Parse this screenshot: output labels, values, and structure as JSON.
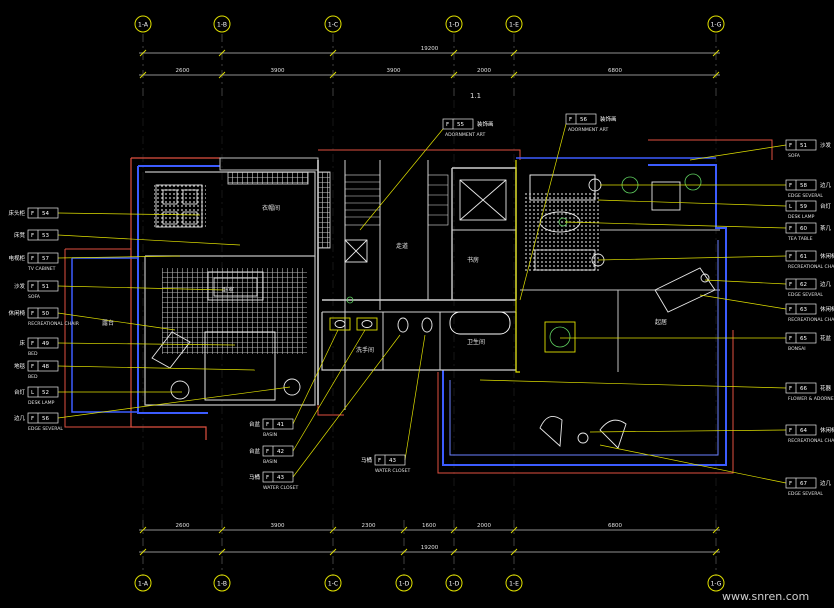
{
  "grid_top": [
    "1-A",
    "1-B",
    "1-C",
    "1-D",
    "1-E",
    "1-G"
  ],
  "grid_bottom": [
    "1-A",
    "1-B",
    "1-C",
    "1-D",
    "1-D",
    "1-E",
    "1-G"
  ],
  "dims_top": {
    "total": "19200",
    "segments": [
      "2600",
      "3900",
      "3900",
      "2000",
      "6800"
    ]
  },
  "dims_bottom": {
    "total": "19200",
    "segments": [
      "2600",
      "3900",
      "2300",
      "1600",
      "2000",
      "6800"
    ]
  },
  "center_mark": "1.1",
  "rooms": {
    "bedroom": "卧室",
    "dressing": "衣帽间",
    "bath": "卫生间",
    "wash": "洗手间",
    "study": "书房",
    "living": "起居",
    "terrace": "露台",
    "corridor": "走道"
  },
  "tags_left": [
    {
      "cat": "F",
      "num": "54",
      "zh": "床头柜",
      "en": ""
    },
    {
      "cat": "F",
      "num": "53",
      "zh": "床凳",
      "en": ""
    },
    {
      "cat": "F",
      "num": "57",
      "zh": "电视柜",
      "en": "TV CABINET"
    },
    {
      "cat": "F",
      "num": "51",
      "zh": "沙发",
      "en": "SOFA"
    },
    {
      "cat": "F",
      "num": "50",
      "zh": "休闲椅",
      "en": "RECREATIONAL CHAIR"
    },
    {
      "cat": "F",
      "num": "49",
      "zh": "床",
      "en": "BED"
    },
    {
      "cat": "F",
      "num": "48",
      "zh": "地毯",
      "en": "BED"
    },
    {
      "cat": "L",
      "num": "52",
      "zh": "台灯",
      "en": "DESK LAMP"
    },
    {
      "cat": "F",
      "num": "56",
      "zh": "边几",
      "en": "EDGE SEVERAL"
    }
  ],
  "tags_right": [
    {
      "cat": "F",
      "num": "51",
      "zh": "沙发",
      "en": "SOFA"
    },
    {
      "cat": "F",
      "num": "58",
      "zh": "边几",
      "en": "EDGE SEVERAL"
    },
    {
      "cat": "L",
      "num": "59",
      "zh": "台灯",
      "en": "DESK LAMP"
    },
    {
      "cat": "F",
      "num": "60",
      "zh": "茶几",
      "en": "TEA TABLE"
    },
    {
      "cat": "F",
      "num": "61",
      "zh": "休闲椅",
      "en": "RECREATIONAL CHAIR"
    },
    {
      "cat": "F",
      "num": "62",
      "zh": "边几",
      "en": "EDGE SEVERAL"
    },
    {
      "cat": "F",
      "num": "63",
      "zh": "休闲椅",
      "en": "RECREATIONAL CHAIR"
    },
    {
      "cat": "F",
      "num": "65",
      "zh": "花盆",
      "en": "BONSAI"
    },
    {
      "cat": "F",
      "num": "66",
      "zh": "花器",
      "en": "FLOWER & ADORNED"
    },
    {
      "cat": "F",
      "num": "64",
      "zh": "休闲椅",
      "en": "RECREATIONAL CHAIR"
    },
    {
      "cat": "F",
      "num": "67",
      "zh": "边几",
      "en": "EDGE SEVERAL"
    }
  ],
  "tags_top": [
    {
      "cat": "F",
      "num": "55",
      "zh": "装饰画",
      "en": "ADORNMENT ART"
    },
    {
      "cat": "F",
      "num": "56",
      "zh": "装饰画",
      "en": "ADORNMENT ART"
    }
  ],
  "tags_bottom": [
    {
      "cat": "F",
      "num": "41",
      "zh": "台盆",
      "en": "BASIN"
    },
    {
      "cat": "F",
      "num": "42",
      "zh": "台盆",
      "en": "BASIN"
    },
    {
      "cat": "F",
      "num": "43",
      "zh": "马桶",
      "en": "WATER CLOSET"
    },
    {
      "cat": "F",
      "num": "43",
      "zh": "马桶",
      "en": "WATER CLOSET"
    }
  ],
  "watermark": "www.snren.com"
}
